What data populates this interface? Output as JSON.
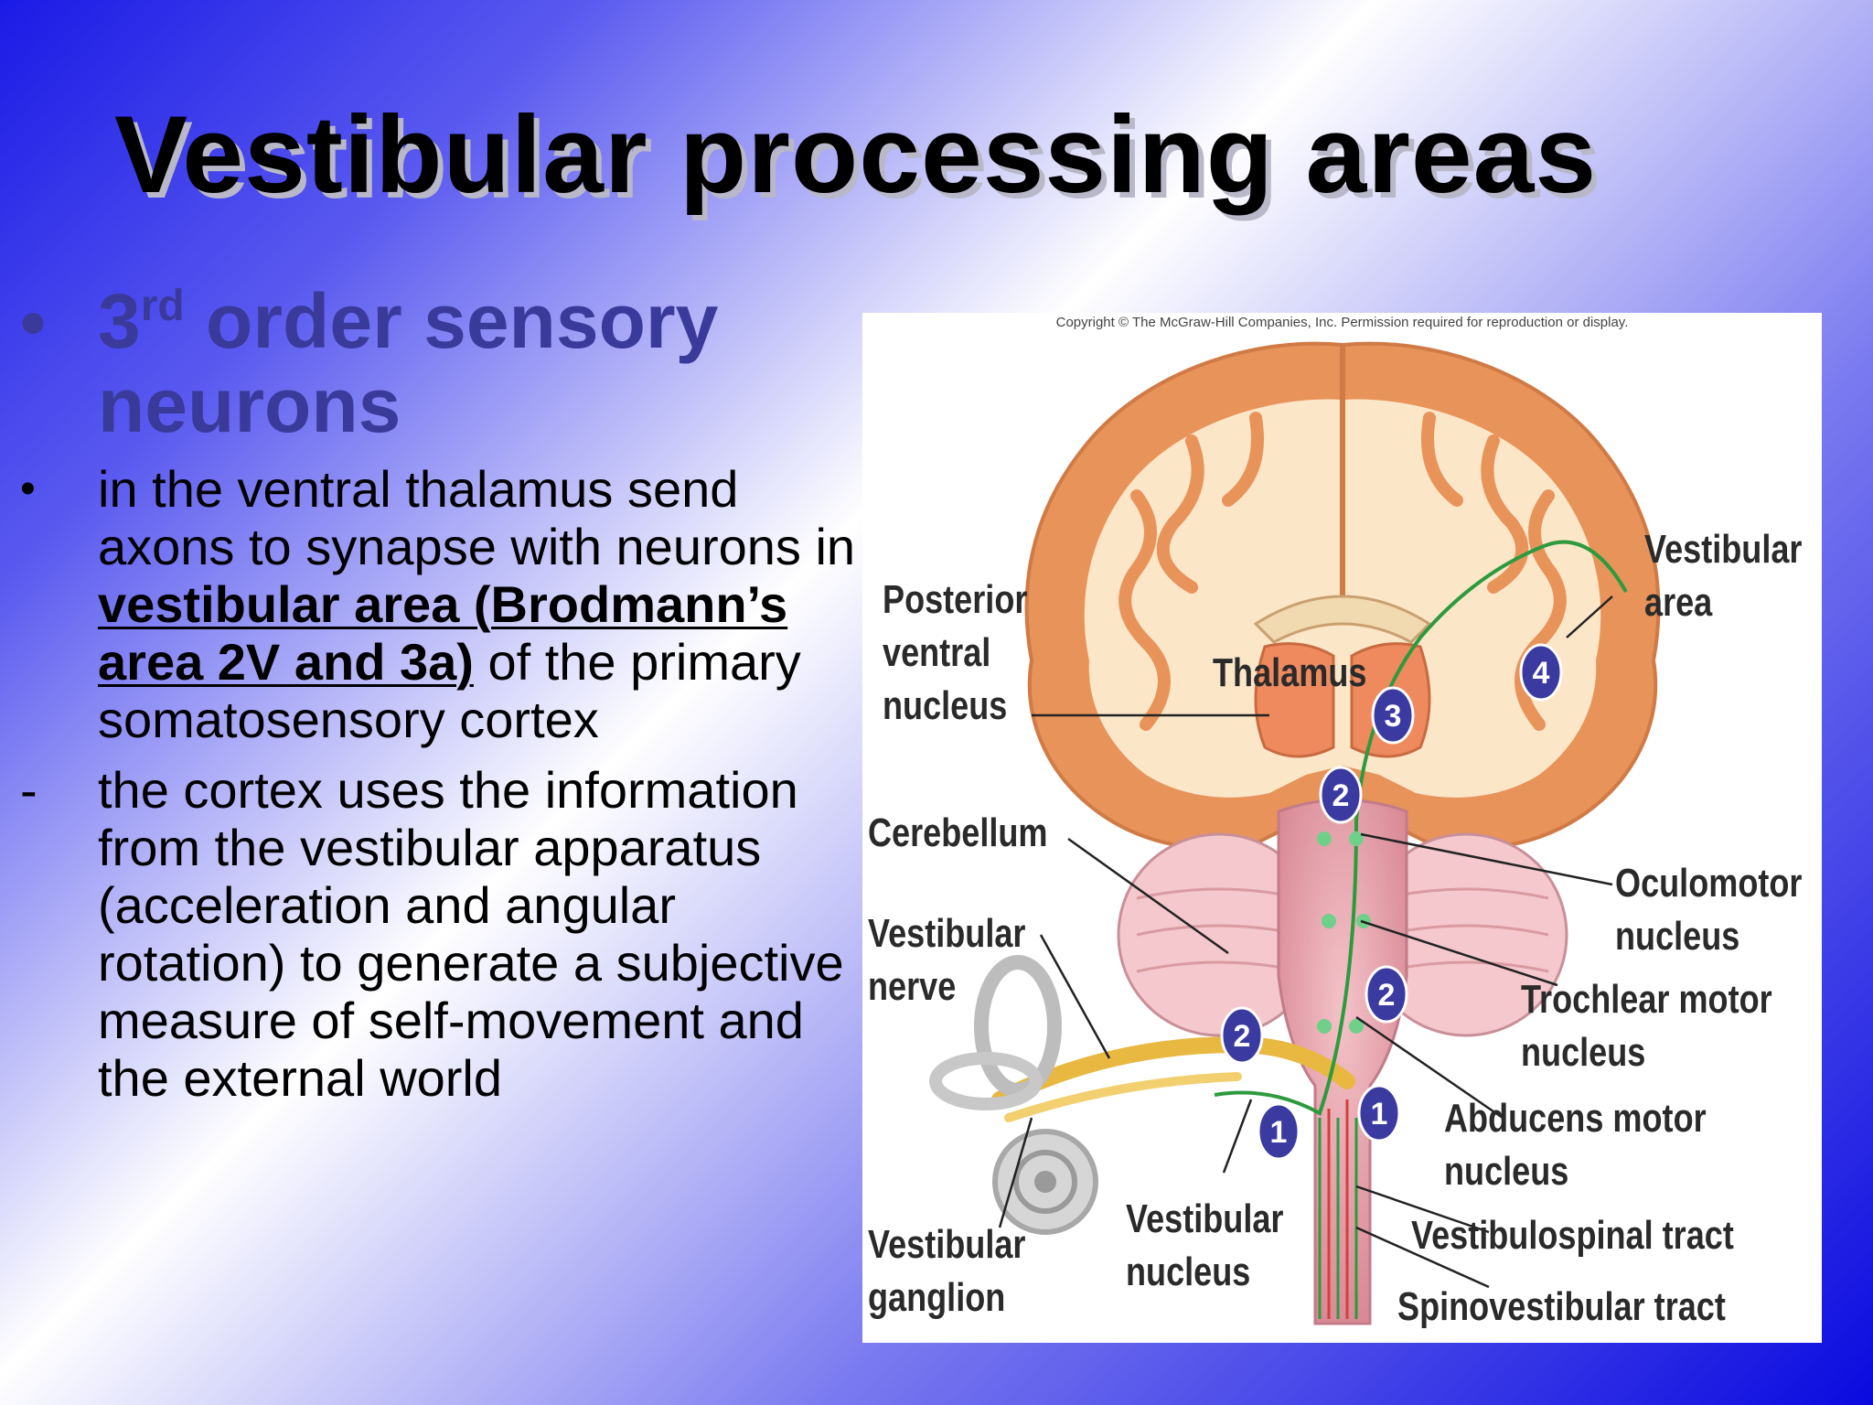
{
  "title": "Vestibular processing areas",
  "bullets": {
    "heading_number": "3",
    "heading_sup": "rd",
    "heading_rest": " order sensory",
    "heading_line2": "neurons",
    "mark_bullet": "•",
    "mark_dash": "-",
    "body1_pre": "in the ventral thalamus  send axons to synapse with neurons in ",
    "body1_underlined": "vestibular area (Brodmann’s area 2V and 3a)",
    "body1_post": " of the primary somatosensory cortex",
    "body2": "the cortex uses the information from the vestibular apparatus (acceleration and angular rotation) to generate a subjective measure of self-movement and the external world"
  },
  "figure": {
    "copyright": "Copyright © The McGraw-Hill Companies, Inc. Permission required for reproduction or display.",
    "labels": {
      "posterior_ventral_nucleus": "Posterior\nventral\nnucleus",
      "thalamus": "Thalamus",
      "vestibular_area": "Vestibular\narea",
      "cerebellum": "Cerebellum",
      "oculomotor_nucleus": "Oculomotor\nnucleus",
      "vestibular_nerve": "Vestibular\nnerve",
      "trochlear_motor_nucleus": "Trochlear motor\nnucleus",
      "abducens_motor_nucleus": "Abducens motor\nnucleus",
      "vestibulospinal_tract": "Vestibulospinal tract",
      "vestibular_ganglion": "Vestibular\nganglion",
      "vestibular_nucleus": "Vestibular\nnucleus",
      "spinovestibular_tract": "Spinovestibular tract"
    },
    "step_numbers": [
      "1",
      "1",
      "2",
      "2",
      "2",
      "3",
      "4"
    ],
    "colors": {
      "cortex": "#e8935a",
      "white_matter": "#fbe6c8",
      "thalamus": "#ef8a5e",
      "pathway": "#2e9a3e",
      "nerve": "#e8b840",
      "marker": "#3a3aa0"
    }
  }
}
